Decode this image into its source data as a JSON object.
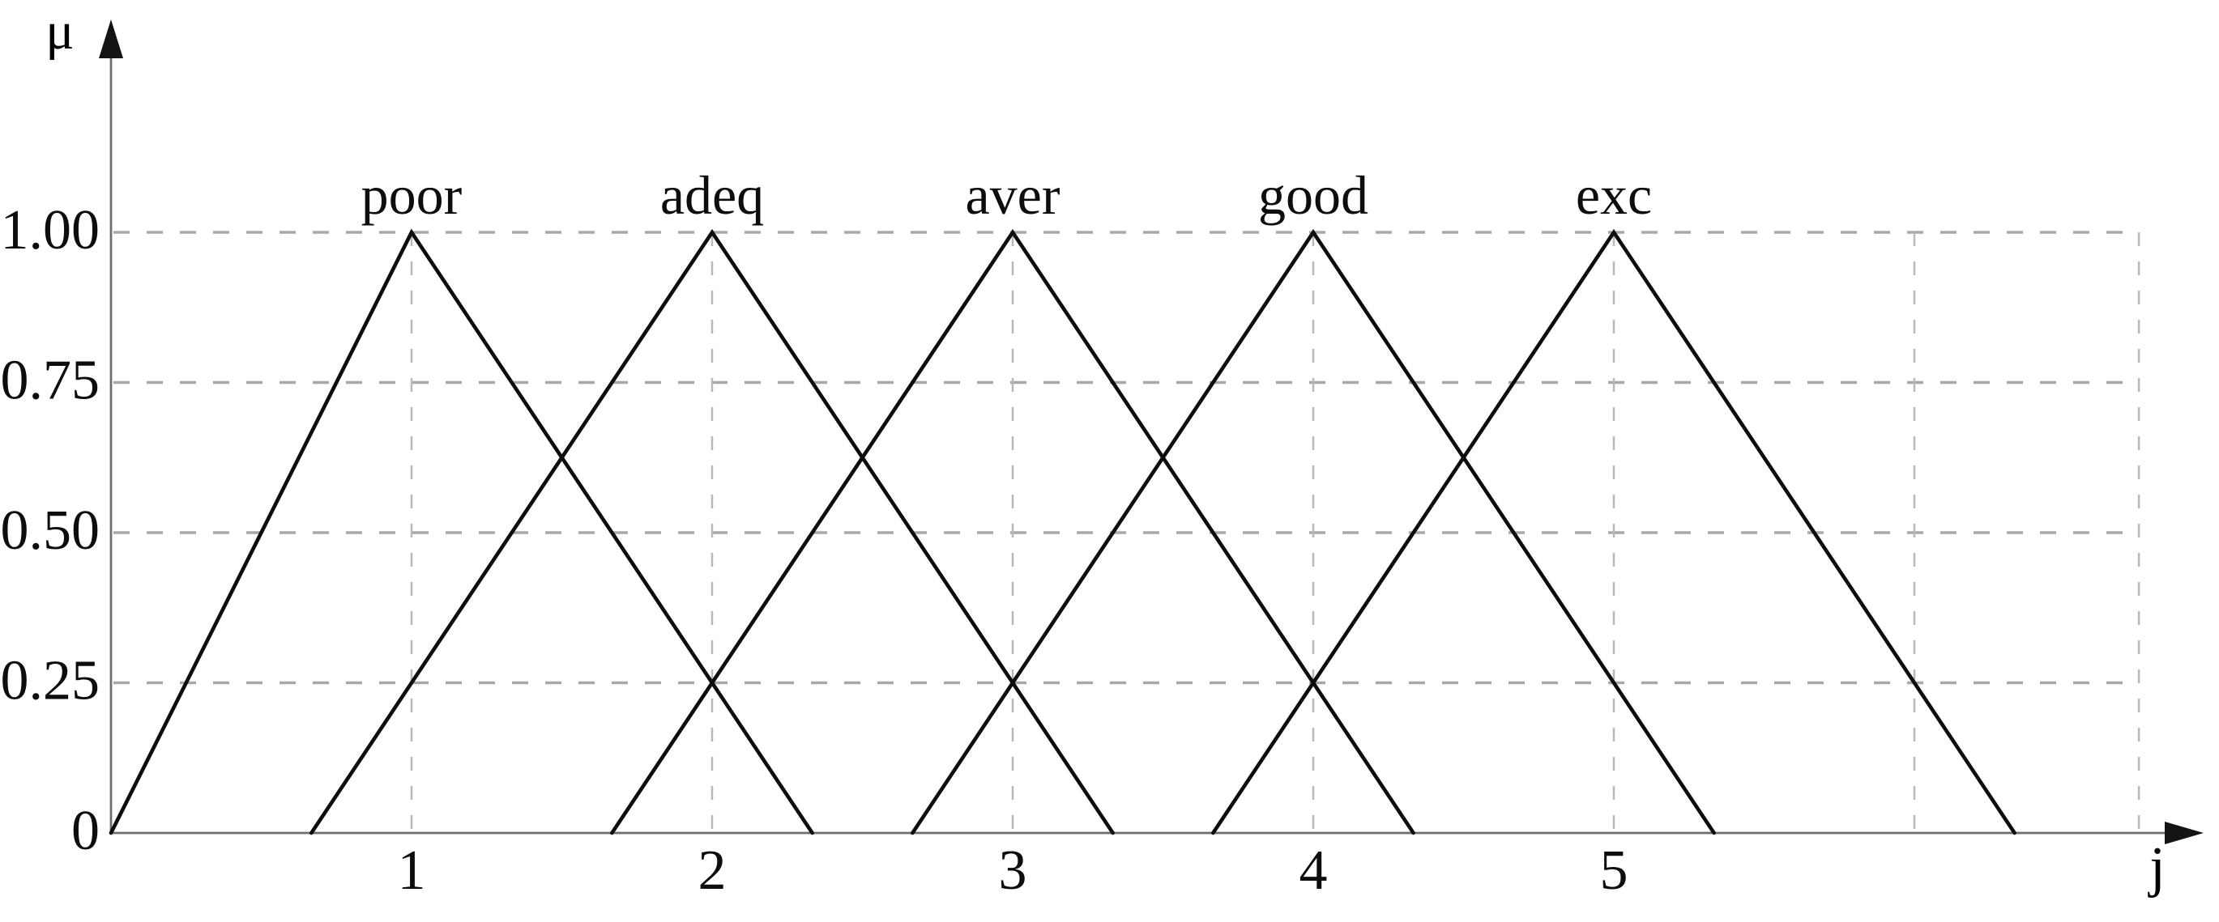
{
  "figure": {
    "background": "#ffffff",
    "description": "Triangular fuzzy membership functions over scale j"
  },
  "chart_data": {
    "type": "line",
    "title": "",
    "xlabel": "j",
    "ylabel": "μ",
    "xlim": [
      0,
      6.95
    ],
    "ylim": [
      0,
      1.35
    ],
    "grid": true,
    "legend_position": "labels-above-peaks",
    "x_ticks": [
      1,
      2,
      3,
      4,
      5
    ],
    "x_tick_labels": [
      "1",
      "2",
      "3",
      "4",
      "5"
    ],
    "x_gridlines": [
      1,
      2,
      3,
      4,
      5,
      6,
      6.747
    ],
    "y_ticks": [
      0.25,
      0.5,
      0.75,
      1.0
    ],
    "y_tick_labels": [
      "0.25",
      "0.50",
      "0.75",
      "1.00"
    ],
    "y_tick_display": [
      {
        "value": 1.0,
        "label": "1.00"
      },
      {
        "value": 0.75,
        "label": "0.75"
      },
      {
        "value": 0.5,
        "label": "0.50"
      },
      {
        "value": 0.25,
        "label": "0.25"
      },
      {
        "value": 0.0,
        "label": "0"
      }
    ],
    "series": [
      {
        "name": "poor",
        "peak": 1,
        "points": [
          [
            0,
            0
          ],
          [
            1,
            1
          ],
          [
            2.3333,
            0
          ]
        ]
      },
      {
        "name": "adeq",
        "peak": 2,
        "points": [
          [
            0.6667,
            0
          ],
          [
            2,
            1
          ],
          [
            3.3333,
            0
          ]
        ]
      },
      {
        "name": "aver",
        "peak": 3,
        "points": [
          [
            1.6667,
            0
          ],
          [
            3,
            1
          ],
          [
            4.3333,
            0
          ]
        ]
      },
      {
        "name": "good",
        "peak": 4,
        "points": [
          [
            2.6667,
            0
          ],
          [
            4,
            1
          ],
          [
            5.3333,
            0
          ]
        ]
      },
      {
        "name": "exc",
        "peak": 5,
        "points": [
          [
            3.6667,
            0
          ],
          [
            5,
            1
          ],
          [
            6.3333,
            0
          ]
        ]
      }
    ],
    "colors": {
      "line": "#0d0d0d",
      "axis": "#6e6e6e",
      "arrow": "#141414",
      "grid_horizontal": "#a8a8a8",
      "grid_vertical": "#b9b9b9",
      "text": "#0d0d0d"
    }
  }
}
